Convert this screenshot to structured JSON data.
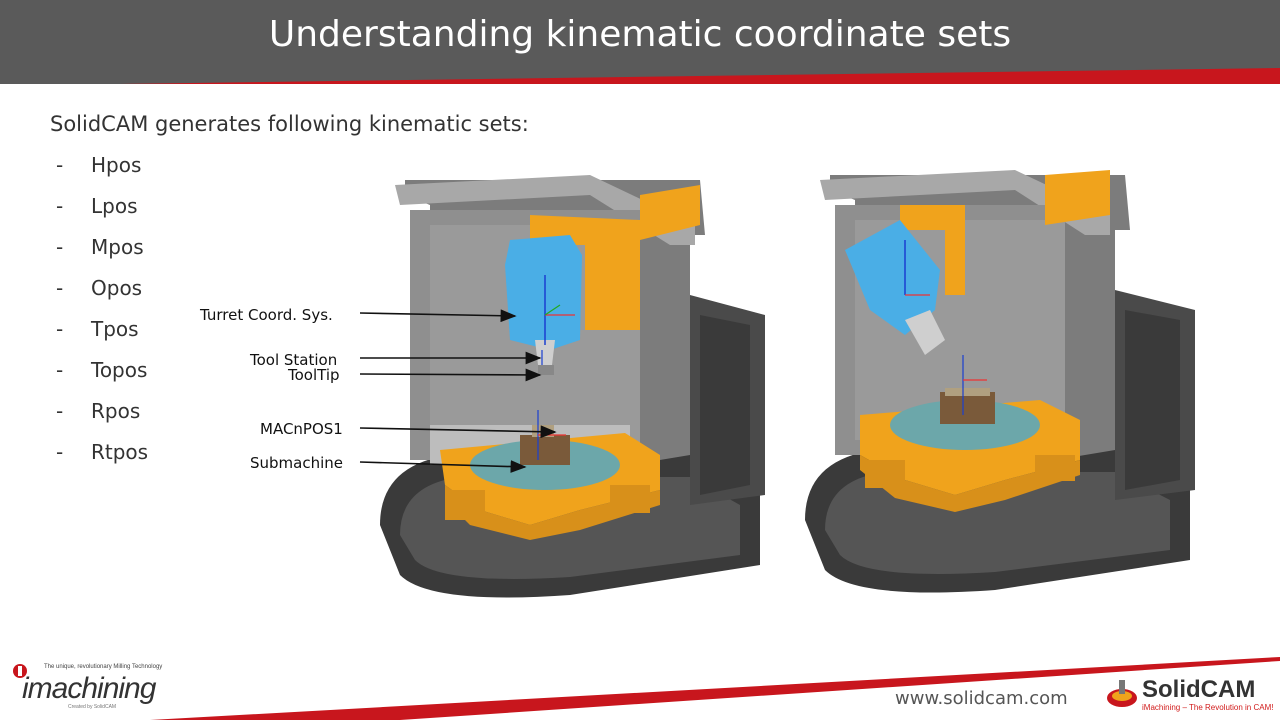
{
  "slide": {
    "title": "Understanding kinematic coordinate sets",
    "intro": "SolidCAM generates following kinematic sets:",
    "dash": "-",
    "kinematic_sets": [
      "Hpos",
      "Lpos",
      "Mpos",
      "Opos",
      "Tpos",
      "Topos",
      "Rpos",
      "Rtpos"
    ]
  },
  "annotations": {
    "turret": "Turret Coord. Sys.",
    "tool_station": "Tool Station",
    "tooltip": "ToolTip",
    "macnpos": "MACnPOS1",
    "submachine": "Submachine"
  },
  "footer": {
    "url": "www.solidcam.com",
    "imachining_word": "imachining",
    "imachining_tagline": "The unique, revolutionary Milling Technology",
    "imachining_sub": "Created by SolidCAM",
    "solidcam_brand": "SolidCAM",
    "solidcam_tagline": "iMachining – The Revolution in CAM!"
  },
  "colors": {
    "header_bg": "#5a5a5a",
    "accent_red": "#c8161d",
    "machine_orange": "#f0a31c",
    "spindle_blue": "#4aaee6",
    "frame_gray": "#8c8c8c"
  }
}
